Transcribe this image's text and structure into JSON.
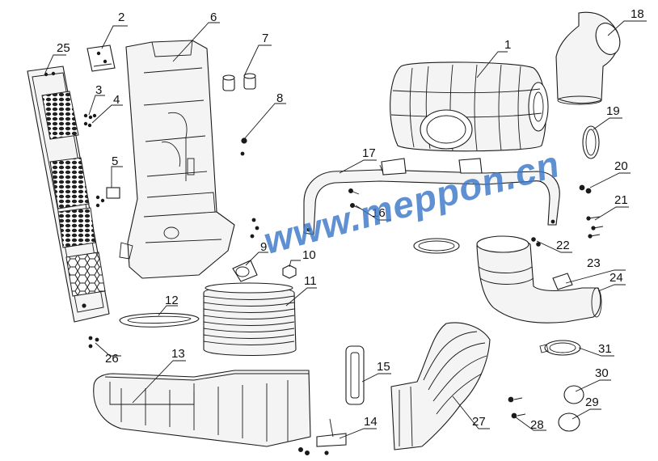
{
  "watermark": "www.meppon.cn",
  "callouts": [
    {
      "id": "c1",
      "label": "1"
    },
    {
      "id": "c2",
      "label": "2"
    },
    {
      "id": "c3",
      "label": "3"
    },
    {
      "id": "c4",
      "label": "4"
    },
    {
      "id": "c5",
      "label": "5"
    },
    {
      "id": "c6",
      "label": "6"
    },
    {
      "id": "c7",
      "label": "7"
    },
    {
      "id": "c8",
      "label": "8"
    },
    {
      "id": "c9",
      "label": "9"
    },
    {
      "id": "c10",
      "label": "10"
    },
    {
      "id": "c11",
      "label": "11"
    },
    {
      "id": "c12",
      "label": "12"
    },
    {
      "id": "c13",
      "label": "13"
    },
    {
      "id": "c14",
      "label": "14"
    },
    {
      "id": "c15",
      "label": "15"
    },
    {
      "id": "c16",
      "label": "16"
    },
    {
      "id": "c17",
      "label": "17"
    },
    {
      "id": "c18",
      "label": "18"
    },
    {
      "id": "c19",
      "label": "19"
    },
    {
      "id": "c20",
      "label": "20"
    },
    {
      "id": "c21",
      "label": "21"
    },
    {
      "id": "c22",
      "label": "22"
    },
    {
      "id": "c23",
      "label": "23"
    },
    {
      "id": "c24",
      "label": "24"
    },
    {
      "id": "c25",
      "label": "25"
    },
    {
      "id": "c26",
      "label": "26"
    },
    {
      "id": "c27",
      "label": "27"
    },
    {
      "id": "c28",
      "label": "28"
    },
    {
      "id": "c29",
      "label": "29"
    },
    {
      "id": "c30",
      "label": "30"
    },
    {
      "id": "c31",
      "label": "31"
    }
  ]
}
